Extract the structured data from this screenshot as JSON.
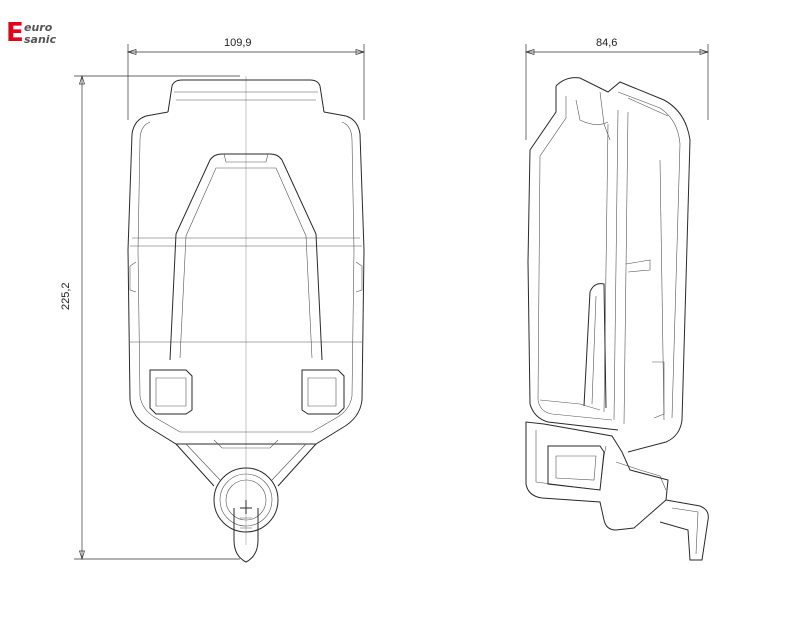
{
  "logo": {
    "letter": "E",
    "line1": "euro",
    "line2": "sanic",
    "accent_color": "#e2001a"
  },
  "dimensions": {
    "front_width": "109,9",
    "side_width": "84,6",
    "height": "225,2"
  },
  "views": [
    "front-view",
    "side-view"
  ]
}
